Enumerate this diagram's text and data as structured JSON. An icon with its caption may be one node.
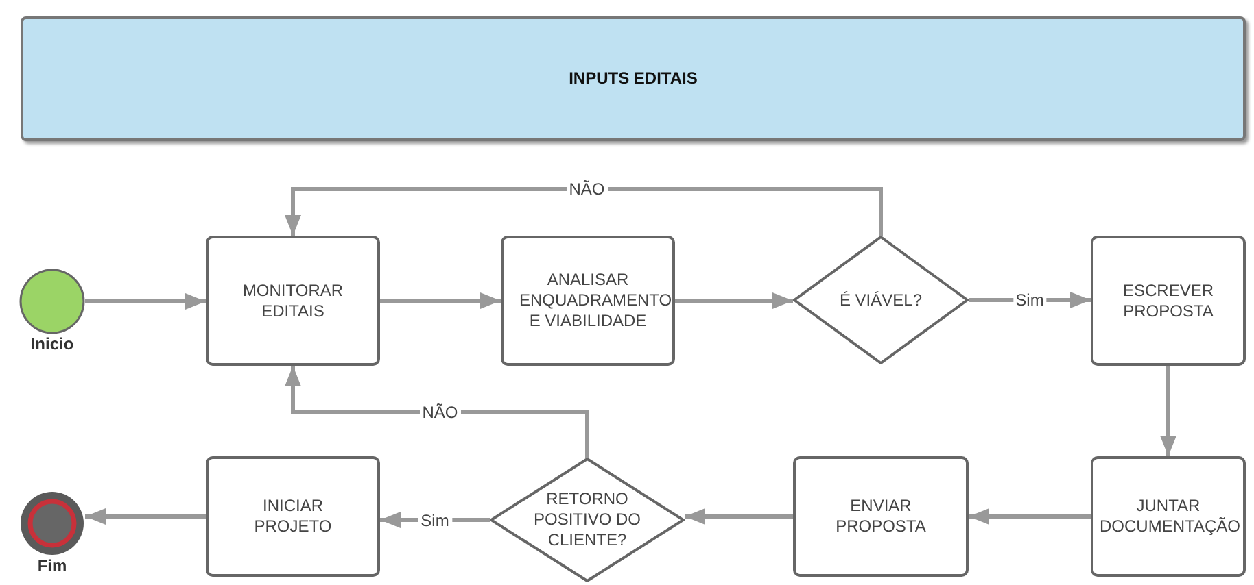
{
  "diagram": {
    "nodes": [
      {
        "text": [
          "INPUTS EDITAIS"
        ]
      },
      {
        "text": [
          "Inicio"
        ]
      },
      {
        "text": [
          "MONITORAR EDITAIS"
        ]
      },
      {
        "text": [
          "ANALISAR ENQUADRAMENTO E VIABILIDADE"
        ]
      },
      {
        "text": [
          "É VIÁVEL?"
        ]
      },
      {
        "text": [
          "ESCREVER PROPOSTA"
        ]
      },
      {
        "text": [
          "Fim"
        ]
      },
      {
        "text": [
          "INICIAR PROJETO"
        ]
      },
      {
        "text": [
          "RETORNO POSITIVO DO CLIENTE?"
        ]
      },
      {
        "text": [
          "ENVIAR PROPOSTA"
        ]
      },
      {
        "text": [
          "JUNTAR DOCUMENTAÇÃO"
        ]
      }
    ],
    "edges": [
      {
        "from": 1,
        "to": 2,
        "arrow": "to"
      },
      {
        "from": 2,
        "to": 3,
        "arrow": "to"
      },
      {
        "from": 3,
        "to": 4,
        "arrow": "to"
      },
      {
        "from": 4,
        "to": 5,
        "arrow": "to",
        "label": "Sim"
      },
      {
        "from": 4,
        "to": 2,
        "arrow": "to",
        "label": "NÃO"
      },
      {
        "from": 5,
        "to": 10,
        "arrow": "to"
      },
      {
        "from": 10,
        "to": 9,
        "arrow": "to"
      },
      {
        "from": 9,
        "to": 8,
        "arrow": "to"
      },
      {
        "from": 8,
        "to": 7,
        "arrow": "to",
        "label": "Sim"
      },
      {
        "from": 8,
        "to": 2,
        "arrow": "to",
        "label": "NÃO"
      },
      {
        "from": 7,
        "to": 6,
        "arrow": "to"
      }
    ]
  }
}
